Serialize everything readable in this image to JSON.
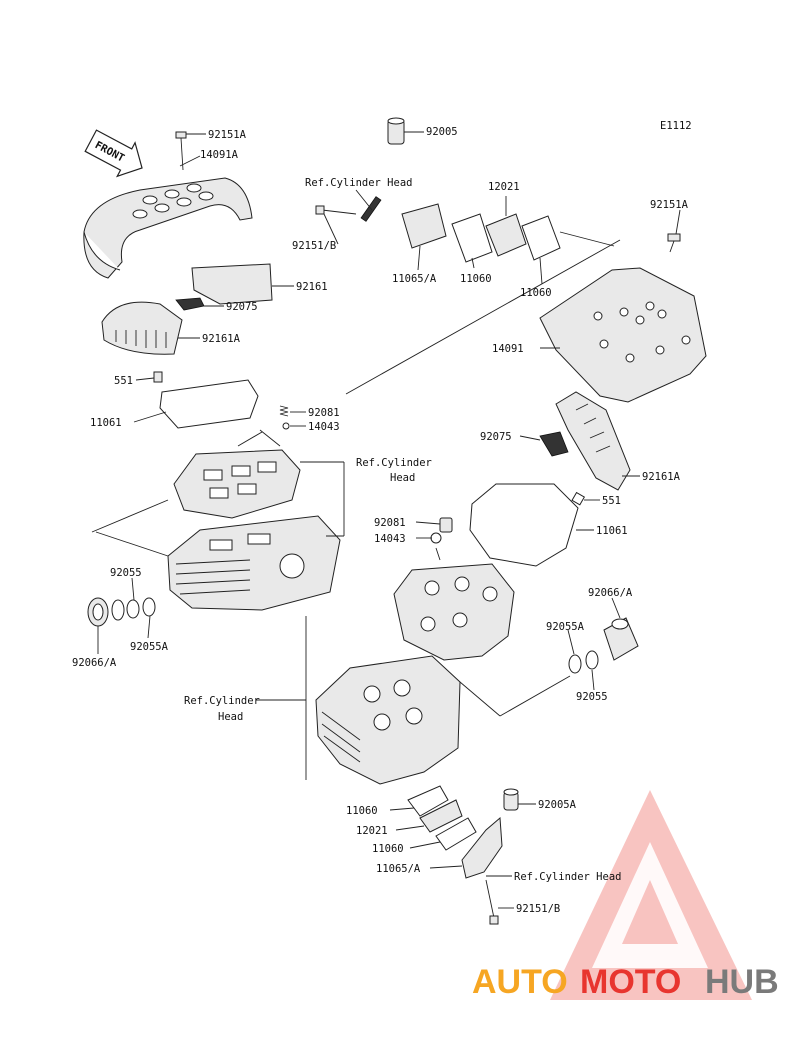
{
  "diagram_code": "E1112",
  "front_label": "FRONT",
  "watermark": {
    "auto": "AUTO",
    "moto": "MOTO",
    "hub": "HUB",
    "color_red": "#e8352f",
    "color_orange": "#f6a623",
    "color_grey": "#7a7a7a"
  },
  "callouts": {
    "c92151A_top": "92151A",
    "c14091A": "14091A",
    "c92005": "92005",
    "ref_head_top_line1": "Ref.Cylinder Head",
    "c12021_top": "12021",
    "c92151B_top": "92151/B",
    "c11065A_top": "11065/A",
    "c11060_top_a": "11060",
    "c11060_top_b": "11060",
    "c92151A_right": "92151A",
    "c92161": "92161",
    "c92075_left": "92075",
    "c92161A_left": "92161A",
    "c14091": "14091",
    "c551_left": "551",
    "c11061_left": "11061",
    "c92081_left": "92081",
    "c14043_left": "14043",
    "ref_head_mid_line1": "Ref.Cylinder",
    "ref_head_mid_line2": "Head",
    "c92075_right": "92075",
    "c92161A_right": "92161A",
    "c551_right": "551",
    "c11061_right": "11061",
    "c92081_right": "92081",
    "c14043_right": "14043",
    "c92055_left": "92055",
    "c92055A_left": "92055A",
    "c92066A_left": "92066/A",
    "c92066A_right": "92066/A",
    "c92055A_right": "92055A",
    "c92055_right": "92055",
    "ref_head_low_line1": "Ref.Cylinder",
    "ref_head_low_line2": "Head",
    "c11060_bot_a": "11060",
    "c12021_bot": "12021",
    "c11060_bot_b": "11060",
    "c11065A_bot": "11065/A",
    "c92005A": "92005A",
    "ref_head_bot": "Ref.Cylinder Head",
    "c92151B_bot": "92151/B"
  }
}
